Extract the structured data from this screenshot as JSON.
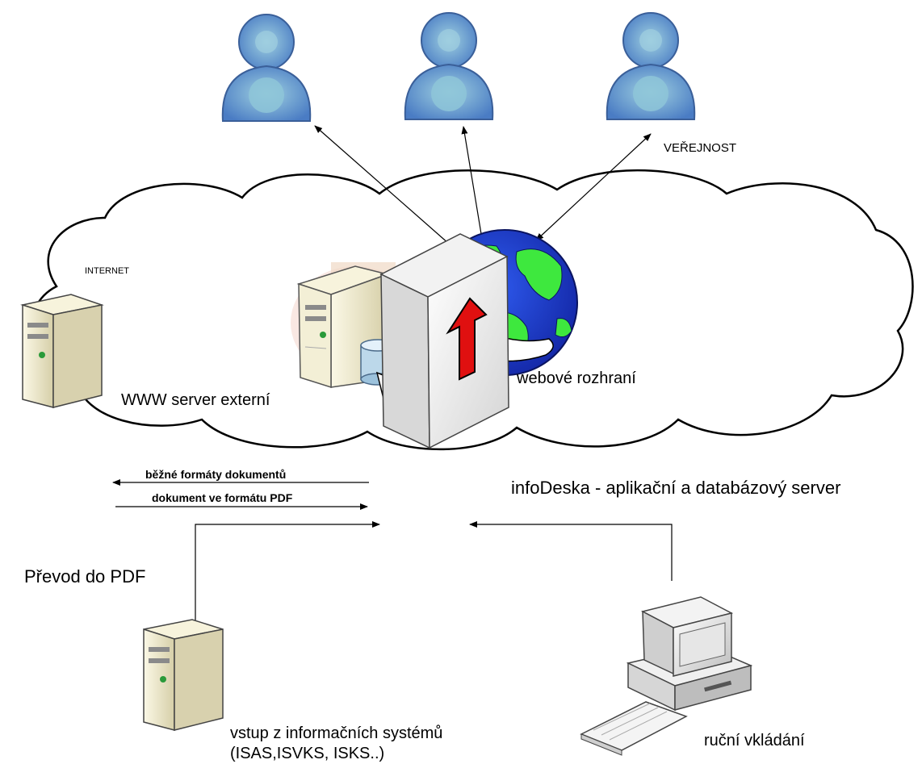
{
  "labels": {
    "verejnost": "VEŘEJNOST",
    "internet": "INTERNET",
    "www_server": "WWW server externí",
    "webove_rozhrani": "webové rozhraní",
    "infodeska": "infoDeska - aplikační a databázový server",
    "bezne_formaty": "běžné formáty dokumentů",
    "dokument_pdf": "dokument ve formátu PDF",
    "prevod_pdf": "Převod do PDF",
    "vstup_line1": "vstup z informačních systémů",
    "vstup_line2": "(ISAS,ISVKS, ISKS..)",
    "rucni": "ruční vkládání"
  },
  "colors": {
    "person_body": "#4f82c6",
    "person_ring": "#8ec6d8",
    "cloud_fill": "#ffffff",
    "globe_ocean": "#1f3fd8",
    "globe_land": "#3ee83e",
    "arrow_red": "#e01010",
    "server_beige": "#ece6c8",
    "box_grey": "#e8e8e8"
  },
  "icons": [
    "person-icon",
    "globe-icon",
    "server-tower-icon",
    "database-icon",
    "infodeska-box-icon",
    "desktop-computer-icon",
    "keyboard-icon"
  ]
}
